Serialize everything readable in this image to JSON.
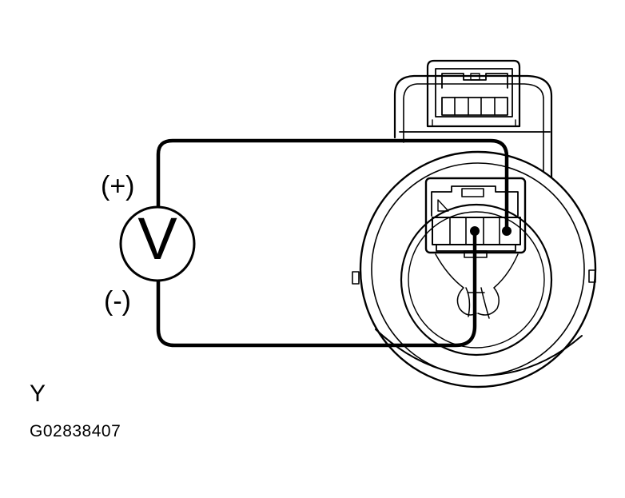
{
  "labels": {
    "positive": "(+)",
    "negative": "(-)",
    "voltmeter": "V",
    "view": "Y",
    "figure_code": "G02838407"
  },
  "colors": {
    "line": "#000000",
    "background": "#ffffff"
  }
}
